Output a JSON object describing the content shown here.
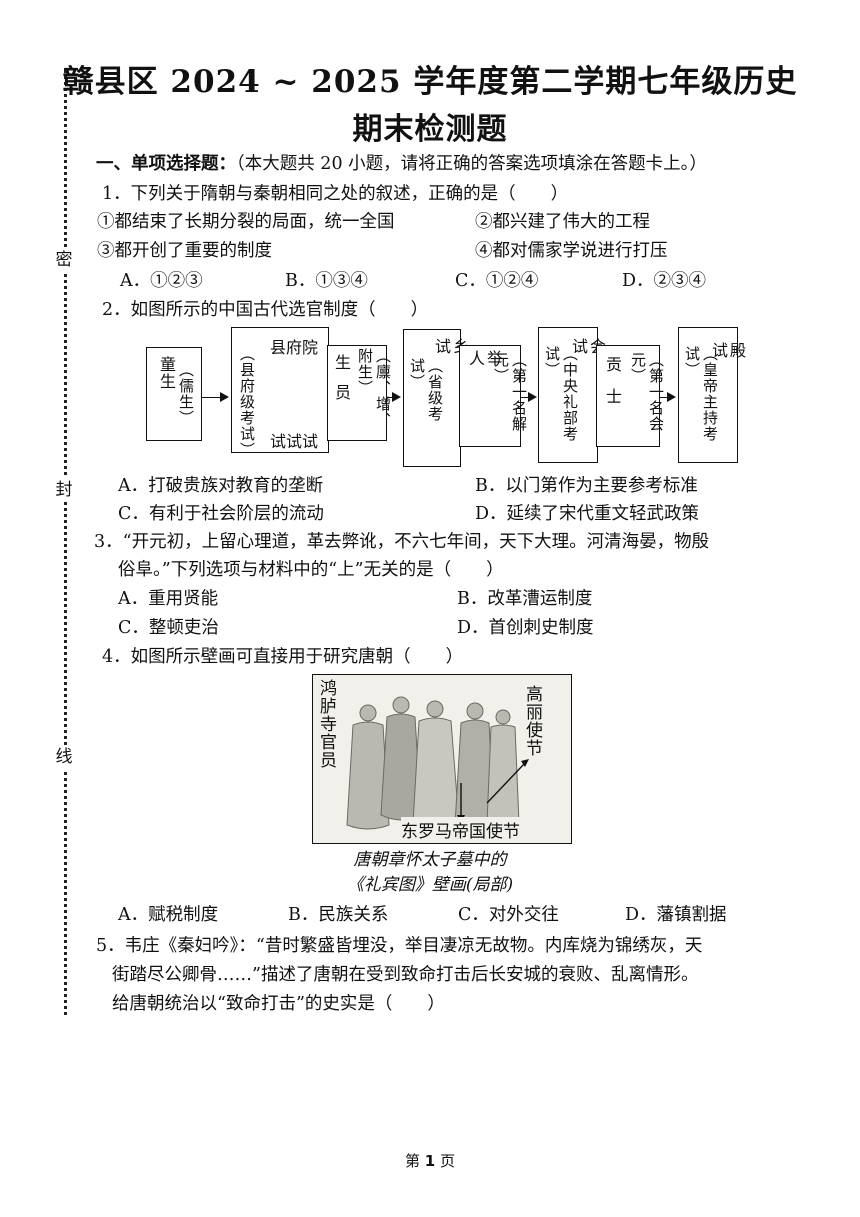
{
  "margin": {
    "mi": "密",
    "feng": "封",
    "xian": "线"
  },
  "title": {
    "line1": "赣县区 2024 ~ 2025 学年度第二学期七年级历史",
    "line2": "期末检测题"
  },
  "section1": {
    "heading": "一、单项选择题：",
    "note": "（本大题共 20 小题，请将正确的答案选项填涂在答题卡上。）"
  },
  "q1": {
    "stem": "1．下列关于隋朝与秦朝相同之处的叙述，正确的是（　　）",
    "s1": "①都结束了长期分裂的局面，统一全国",
    "s2": "②都兴建了伟大的工程",
    "s3": "③都开创了重要的制度",
    "s4": "④都对儒家学说进行打压",
    "A": "A．①②③",
    "B": "B．①③④",
    "C": "C．①②④",
    "D": "D．②③④"
  },
  "q2": {
    "stem": "2．如图所示的中国古代选官制度（　　）",
    "A": "A．打破贵族对教育的垄断",
    "B": "B．以门第作为主要参考标准",
    "C": "C．有利于社会阶层的流动",
    "D": "D．延续了宋代重文轻武政策"
  },
  "flow": {
    "b1_a": "童生",
    "b1_b": "（儒生）",
    "b2_top": "县府院",
    "b2_v": "（县府级考试）",
    "b2_bottom": "试试试",
    "b3_a": "生员",
    "b3_b": "（廪、增、附生）",
    "b4_a": "（省级考试）",
    "b4_b": "乡试",
    "b5_a": "举人",
    "b5_b": "（第一名解元）",
    "b6_a": "（中央礼部考试）",
    "b6_b": "会试",
    "b7_a": "贡士",
    "b7_b": "（第一名会元）",
    "b8_a": "（皇帝主持考试）",
    "b8_b": "殿试"
  },
  "q3": {
    "stem1": "3．“开元初，上留心理道，革去弊讹，不六七年间，天下大理。河清海晏，物殷",
    "stem2": "俗阜。”下列选项与材料中的“上”无关的是（　　）",
    "A": "A．重用贤能",
    "B": "B．改革漕运制度",
    "C": "C．整顿吏治",
    "D": "D．首创刺史制度"
  },
  "q4": {
    "stem": "4．如图所示壁画可直接用于研究唐朝（　　）",
    "label_left": "鸿胪寺官员",
    "label_right": "高丽使节",
    "label_bottom": "东罗马帝国使节",
    "caption1": "唐朝章怀太子墓中的",
    "caption2": "《礼宾图》壁画(局部)",
    "A": "A．赋税制度",
    "B": "B．民族关系",
    "C": "C．对外交往",
    "D": "D．藩镇割据"
  },
  "q5": {
    "stem1": "5．韦庄《秦妇吟》：“昔时繁盛皆埋没，举目凄凉无故物。内库烧为锦绣灰，天",
    "stem2": "街踏尽公卿骨……”描述了唐朝在受到致命打击后长安城的衰败、乱离情形。",
    "stem3": "给唐朝统治以“致命打击”的史实是（　　）"
  },
  "footer": {
    "pre": "第",
    "num": "1",
    "post": "页"
  }
}
